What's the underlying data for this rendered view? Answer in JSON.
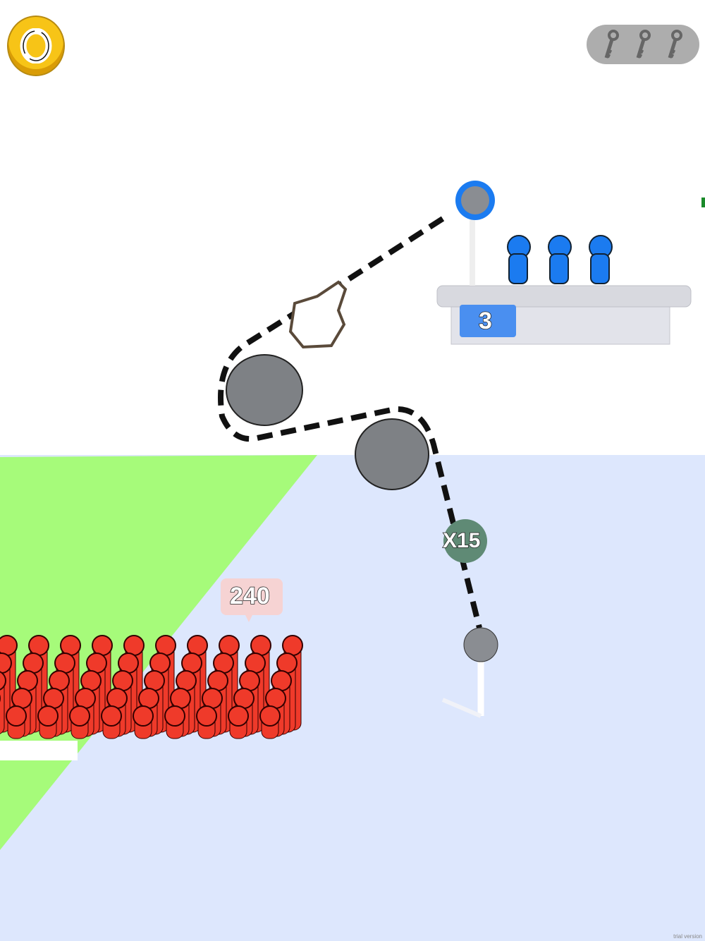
{
  "hud": {
    "restart_icon": "refresh-icon",
    "keys": [
      {
        "icon": "key-icon",
        "collected": false
      },
      {
        "icon": "key-icon",
        "collected": false
      },
      {
        "icon": "key-icon",
        "collected": false
      }
    ]
  },
  "game": {
    "crowd_count": "240",
    "multiplier": "X15",
    "target_count": "3"
  },
  "colors": {
    "ground_green": "#a6fb7a",
    "floor_blue": "#dde7fd",
    "crowd_red": "#ef3a2a",
    "ally_blue": "#1b7bf0",
    "coin_yellow": "#f7c417"
  },
  "footer": {
    "trial": "trial version"
  }
}
